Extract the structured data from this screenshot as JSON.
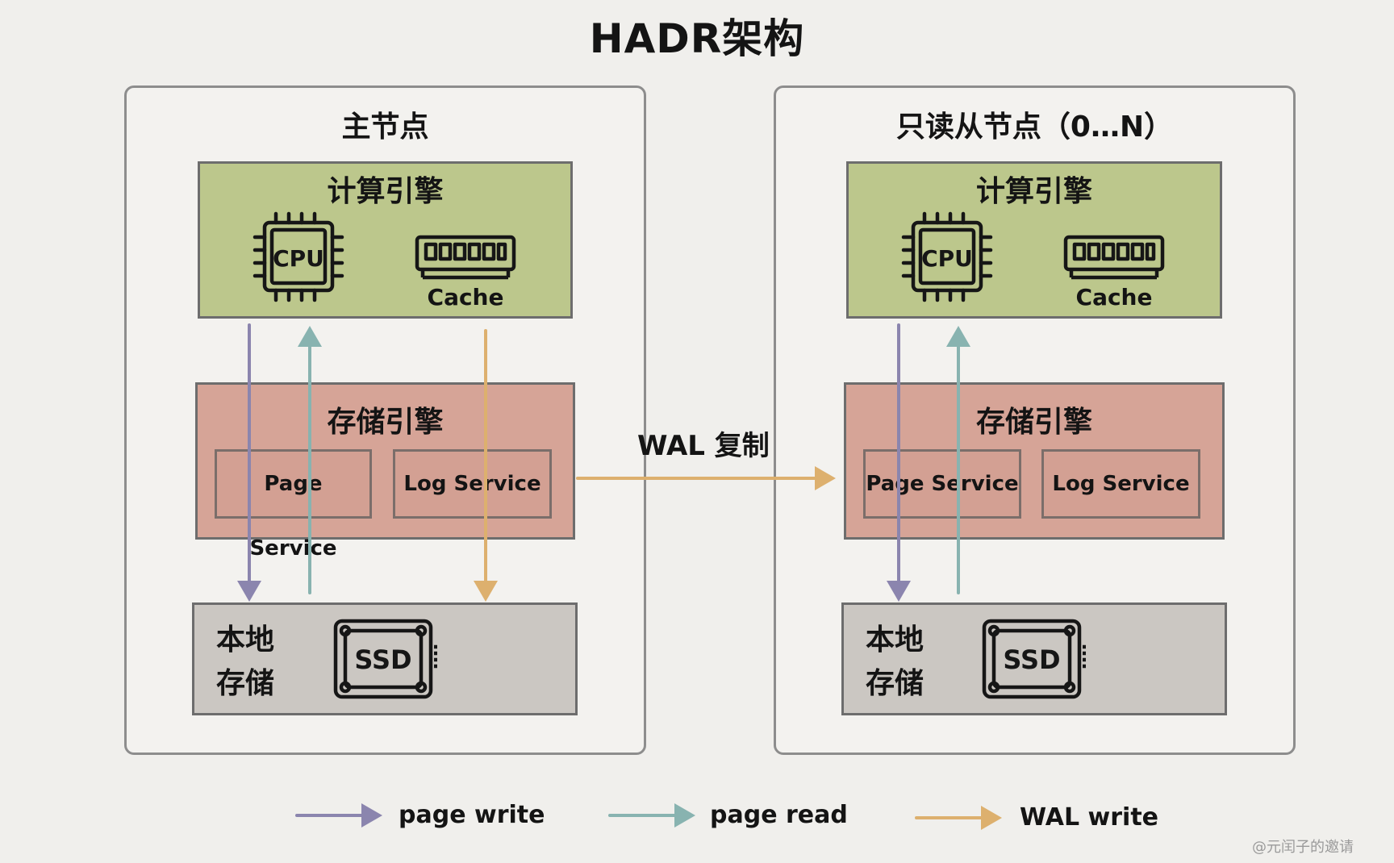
{
  "title": "HADR架构",
  "primary": {
    "title": "主节点",
    "compute": {
      "title": "计算引擎",
      "cpu_text": "CPU",
      "cache_label": "Cache"
    },
    "storage": {
      "title": "存储引擎",
      "page_service": "Page Service",
      "log_service": "Log Service"
    },
    "local": {
      "line1": "本地",
      "line2": "存储",
      "ssd_text": "SSD"
    }
  },
  "replica": {
    "title": "只读从节点（0…N）",
    "compute": {
      "title": "计算引擎",
      "cpu_text": "CPU",
      "cache_label": "Cache"
    },
    "storage": {
      "title": "存储引擎",
      "page_service": "Page Service",
      "log_service": "Log Service"
    },
    "local": {
      "line1": "本地",
      "line2": "存储",
      "ssd_text": "SSD"
    }
  },
  "replication_label": "WAL 复制",
  "legend": [
    {
      "label": "page write",
      "color": "#8b85ae"
    },
    {
      "label": "page read",
      "color": "#88b3b0"
    },
    {
      "label": "WAL write",
      "color": "#ddb06e"
    }
  ],
  "watermark": "@元闰子的邀请"
}
